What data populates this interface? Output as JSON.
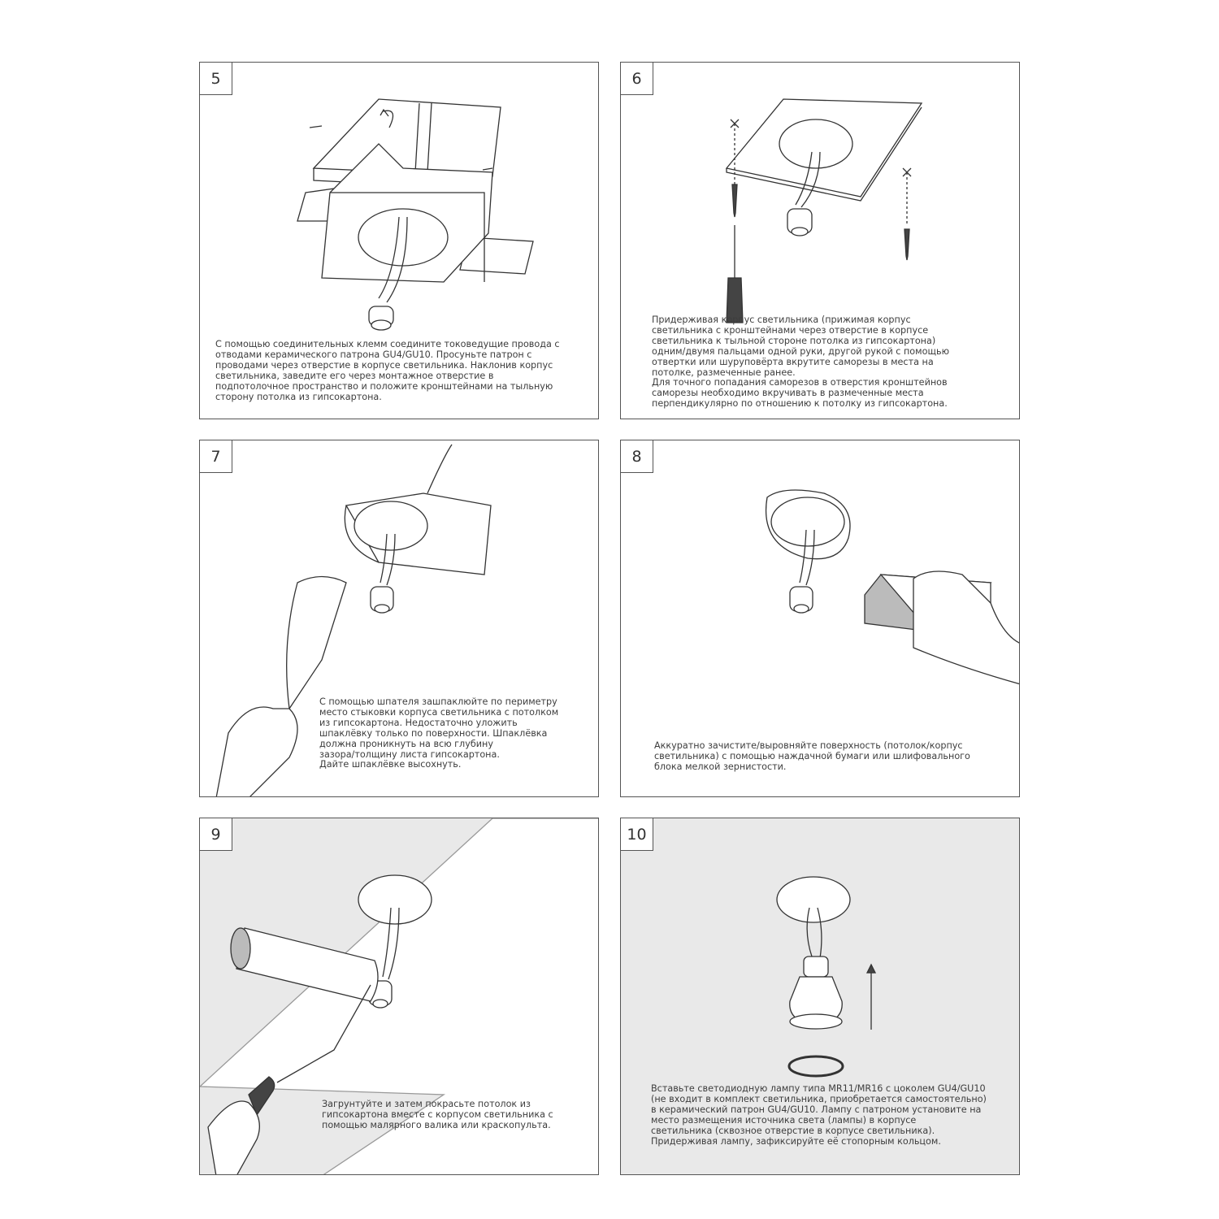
{
  "steps": [
    {
      "number": "5",
      "lines": [
        "С помощью соединительных клемм соедините токоведущие провода с",
        "отводами керамического патрона GU4/GU10. Просуньте патрон с",
        "проводами через отверстие в корпусе светильника. Наклонив корпус",
        "светильника, заведите его через монтажное отверстие в",
        "подпотолочное пространство и положите кронштейнами на тыльную",
        "сторону потолка из гипсокартона."
      ]
    },
    {
      "number": "6",
      "lines": [
        "Придерживая корпус светильника (прижимая корпус",
        "светильника с кронштейнами через отверстие в корпусе",
        "светильника к тыльной стороне потолка из гипсокартона)",
        "одним/двумя пальцами одной руки, другой рукой с помощью",
        "отвертки или шуруповёрта вкрутите саморезы в места на",
        "потолке, размеченные ранее.",
        "Для точного попадания саморезов в отверстия кронштейнов",
        "саморезы необходимо вкручивать в размеченные места",
        "перпендикулярно по отношению к потолку из гипсокартона."
      ]
    },
    {
      "number": "7",
      "lines": [
        "С помощью шпателя зашпаклюйте по периметру",
        "место стыковки корпуса светильника с потолком",
        "из гипсокартона. Недостаточно уложить",
        "шпаклёвку только по поверхности. Шпаклёвка",
        "должна проникнуть на всю глубину",
        "зазора/толщину листа гипсокартона.",
        "Дайте шпаклёвке высохнуть."
      ]
    },
    {
      "number": "8",
      "lines": [
        "Аккуратно зачистите/выровняйте поверхность (потолок/корпус",
        "светильника) с помощью наждачной бумаги или шлифовального",
        "блока мелкой зернистости."
      ]
    },
    {
      "number": "9",
      "lines": [
        "Загрунтуйте и затем покрасьте потолок из",
        "гипсокартона вместе с корпусом светильника с",
        "помощью малярного валика или краскопульта."
      ]
    },
    {
      "number": "10",
      "lines": [
        "Вставьте светодиодную лампу типа MR11/MR16 с цоколем GU4/GU10",
        "(не входит в комплект светильника, приобретается самостоятельно)",
        "в керамический патрон GU4/GU10. Лампу с патроном установите на",
        "место размещения источника света (лампы) в корпусе",
        "светильника (сквозное отверстие в корпусе светильника).",
        "Придерживая лампу, зафиксируйте её стопорным кольцом."
      ]
    }
  ]
}
